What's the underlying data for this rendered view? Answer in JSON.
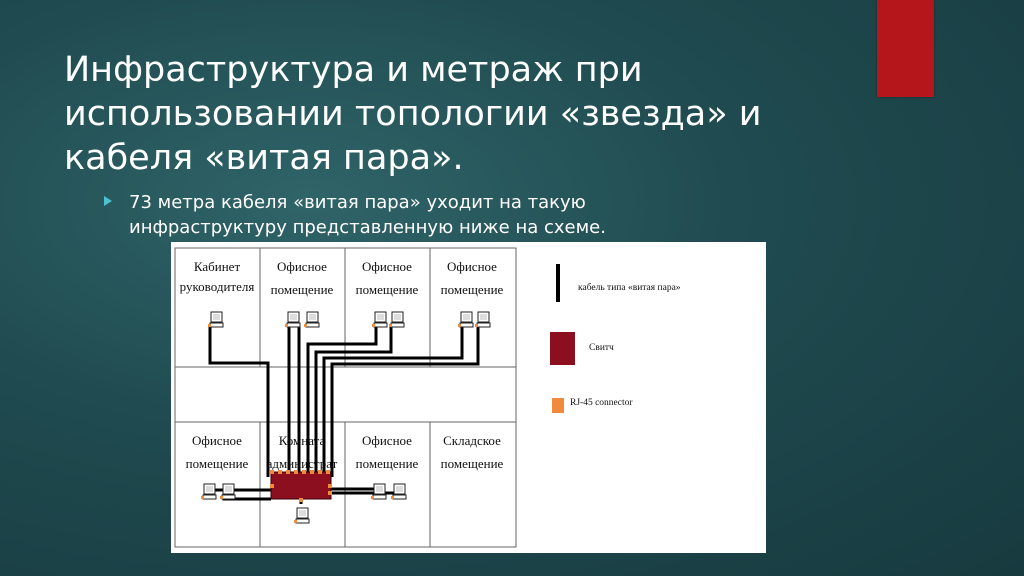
{
  "slide": {
    "title_lines": [
      "Инфраструктура и метраж при",
      "использовании топологии «звезда» и",
      "кабеля «витая пара»."
    ],
    "bullet_lines": [
      "73 метра кабеля «витая пара» уходит на такую",
      "инфраструктуру представленную ниже на схеме."
    ],
    "accent_color": "#b5161b",
    "bullet_marker_color": "#4dc0d0"
  },
  "diagram": {
    "rooms": [
      {
        "id": "r1",
        "lines": [
          "Кабинет",
          "руководителя"
        ]
      },
      {
        "id": "r2",
        "lines": [
          "Офисное",
          "помещение"
        ]
      },
      {
        "id": "r3",
        "lines": [
          "Офисное",
          "помещение"
        ]
      },
      {
        "id": "r4",
        "lines": [
          "Офисное",
          "помещение"
        ]
      },
      {
        "id": "r5",
        "lines": [
          "Офисное",
          "помещение"
        ]
      },
      {
        "id": "r6",
        "lines": [
          "Комната",
          "администрат"
        ]
      },
      {
        "id": "r7",
        "lines": [
          "Офисное",
          "помещение"
        ]
      },
      {
        "id": "r8",
        "lines": [
          "Складское",
          "помещение"
        ]
      }
    ],
    "legend": {
      "cable": "кабель типа «витая пара»",
      "switch": "Свитч",
      "connector": "RJ-45 connector"
    },
    "colors": {
      "switch": "#8b0f1e",
      "connector": "#f08a3c",
      "cable": "#000000"
    }
  }
}
